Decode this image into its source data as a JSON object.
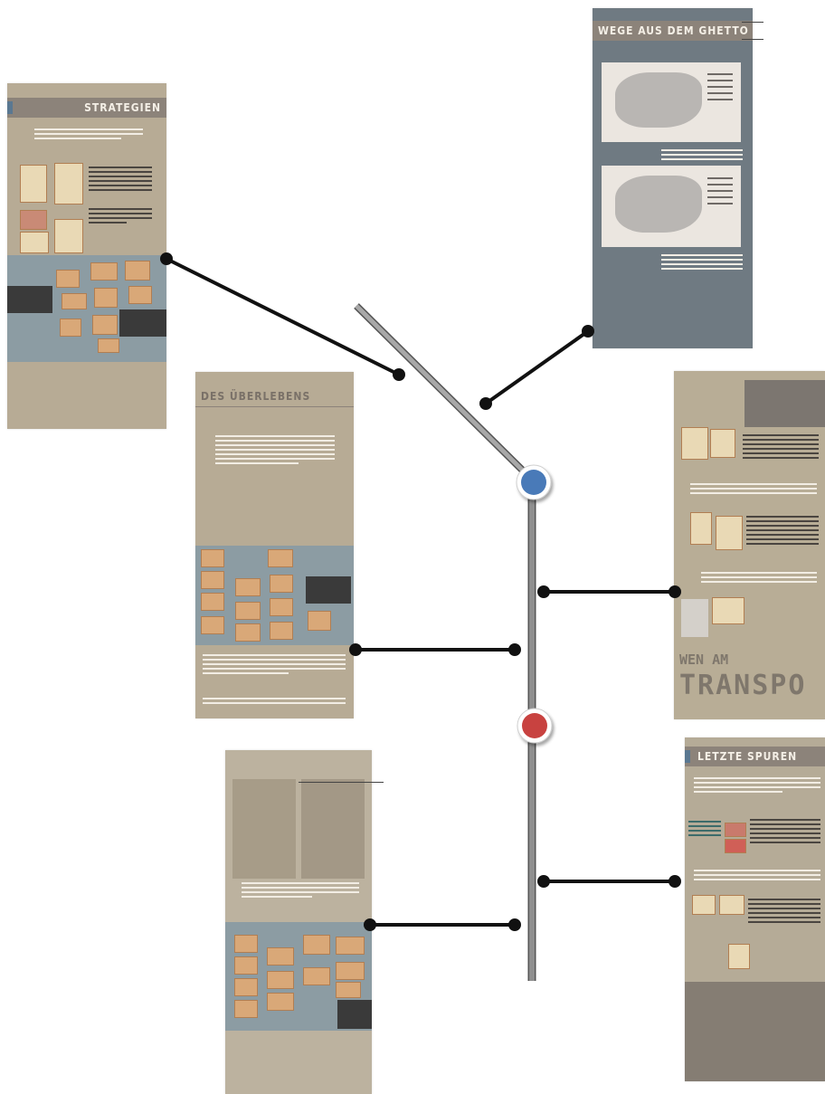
{
  "panels": {
    "strategien": {
      "title": "STRATEGIEN"
    },
    "wege": {
      "title": "WEGE AUS DEM GHETTO"
    },
    "ueberleben": {
      "title": "DES ÜBERLEBENS"
    },
    "transport": {
      "stamp_line1": "WEN AM",
      "stamp_line2": "TRANSPO"
    },
    "spuren": {
      "title": "LETZTE SPUREN"
    },
    "portrait": {
      "title": ""
    }
  },
  "colors": {
    "panel": "#b7ab95",
    "header": "#8c837a",
    "node_blue": "#4a7ab8",
    "node_red": "#c8423f",
    "trunk": "#888888",
    "connector": "#111111"
  }
}
